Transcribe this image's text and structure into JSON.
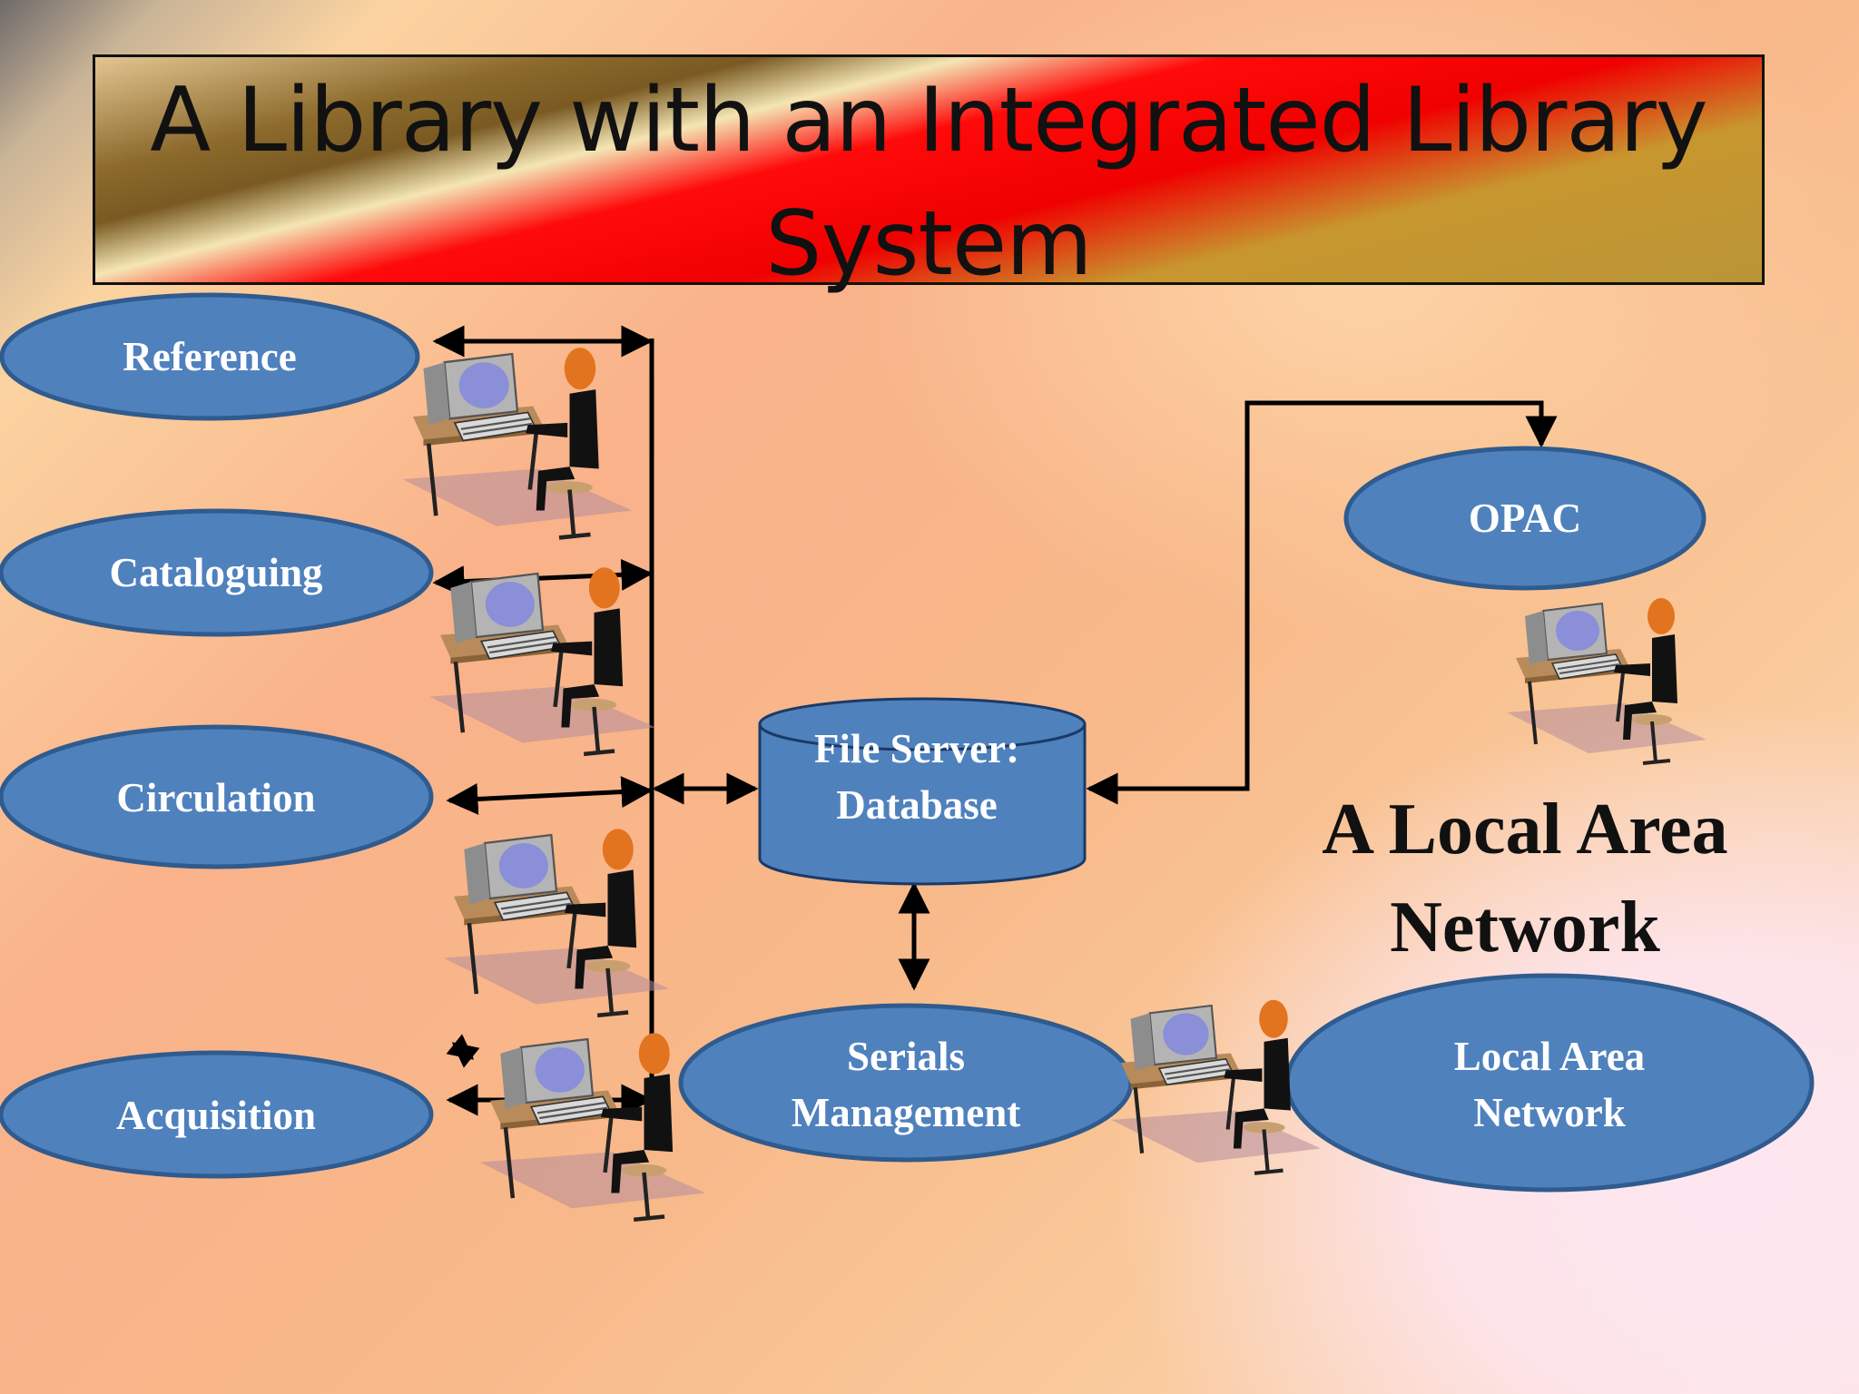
{
  "title": "A Library with an Integrated Library System",
  "lan_heading": "A Local Area Network",
  "nodes": {
    "reference": "Reference",
    "cataloguing": "Cataloguing",
    "circulation": "Circulation",
    "acquisition": "Acquisition",
    "file_server": "File Server: Database",
    "serials": "Serials Management",
    "opac": "OPAC",
    "lan": "Local Area Network"
  },
  "colors": {
    "node_fill": "#4f81bd",
    "node_stroke": "#2f5b8e",
    "connector": "#000000"
  },
  "icons": [
    "workstation-user-icon"
  ]
}
